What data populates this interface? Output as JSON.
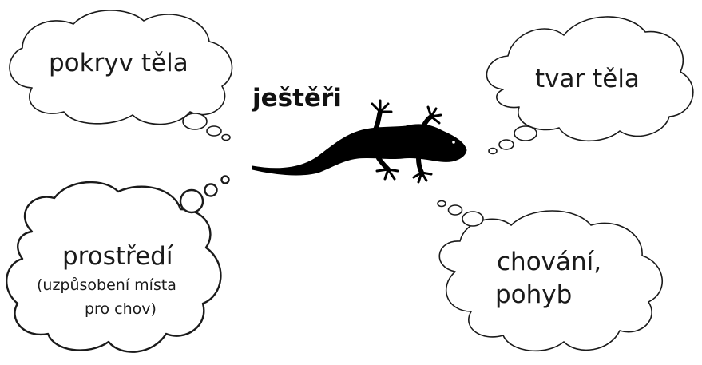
{
  "title": "ještěři",
  "clouds": {
    "top_left": {
      "label": "pokryv těla"
    },
    "top_right": {
      "label": "tvar těla"
    },
    "bottom_left": {
      "label": "prostředí",
      "detail_line1": "(uzpůsobení místa",
      "detail_line2": "pro chov)"
    },
    "bottom_right": {
      "line1": "chování,",
      "line2": "pohyb"
    }
  },
  "colors": {
    "outline": "#1a1a1a",
    "fill": "#ffffff",
    "lizard": "#000000"
  },
  "icons": {
    "center": "lizard-silhouette-icon"
  }
}
